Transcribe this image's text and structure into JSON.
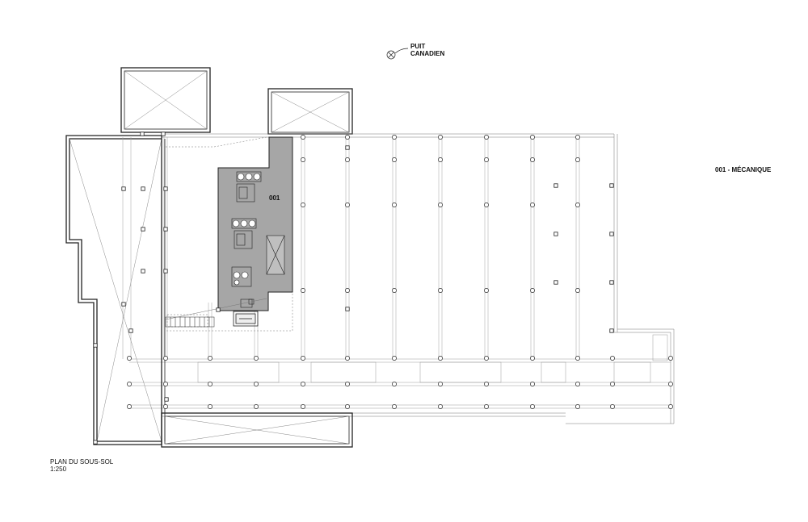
{
  "drawing": {
    "title": "PLAN DU SOUS-SOL",
    "scale": "1:250"
  },
  "annotations": {
    "well_label_line1": "PUIT",
    "well_label_line2": "CANADIEN",
    "room_number": "001",
    "room_legend": "001 - MÉCANIQUE"
  },
  "colors": {
    "room_fill": "#a6a6a6",
    "wall": "#222222",
    "grid_line": "#9a9a9a",
    "background": "#ffffff"
  },
  "icons": {
    "well_symbol": "circle-x-icon",
    "columns": "column-marker-icon"
  }
}
